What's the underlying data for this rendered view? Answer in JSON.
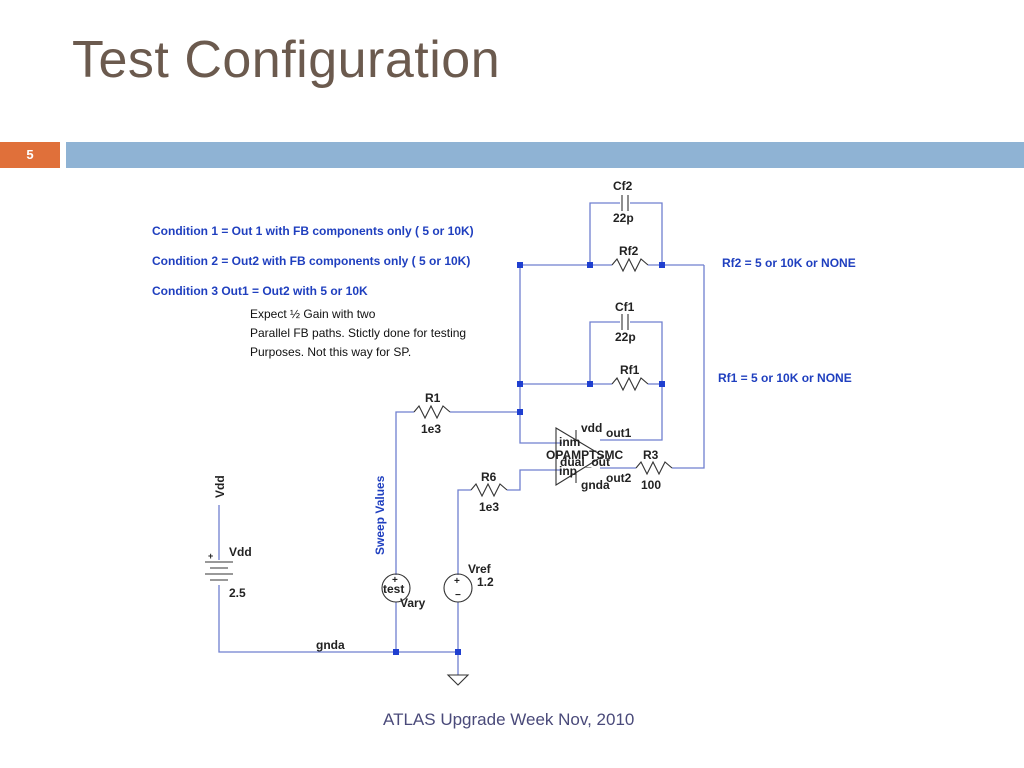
{
  "title": "Test Configuration",
  "slide_number": "5",
  "footer": "ATLAS  Upgrade Week  Nov, 2010",
  "conditions": [
    "Condition 1 =   Out 1  with FB components only ( 5 or 10K)",
    "Condition 2 =  Out2    with FB components only ( 5 or 10K)",
    "Condition 3  Out1 = Out2   with  5 or 10K"
  ],
  "note_lines": [
    "Expect ½ Gain with two",
    "Parallel FB paths.   Stictly done for testing",
    "Purposes.  Not  this way for SP."
  ],
  "schematic": {
    "cf2_name": "Cf2",
    "cf2_value": "22p",
    "rf2_name": "Rf2",
    "rf2_note": "Rf2 =  5 or 10K or NONE",
    "cf1_name": "Cf1",
    "cf1_value": "22p",
    "rf1_name": "Rf1",
    "rf1_note": "Rf1 =  5 or 10K or NONE",
    "r1_name": "R1",
    "r1_value": "1e3",
    "r6_name": "R6",
    "r6_value": "1e3",
    "r3_name": "R3",
    "r3_value": "100",
    "opamp_name": "OPAMPTSMC",
    "pin_inm": "inm",
    "pin_inp": "inp",
    "pin_vdd": "vdd",
    "pin_gnda": "gnda",
    "pin_out1": "out1",
    "pin_out2": "out2",
    "pin_dual": "dual_out",
    "vdd_rot_label": "Vdd",
    "vdd_name": "Vdd",
    "vdd_value": "2.5",
    "sweep_label": "Sweep Values",
    "test_name": "test",
    "test_value": "Vary",
    "vref_name": "Vref",
    "vref_value": "1.2",
    "gnda_label": "gnda"
  }
}
